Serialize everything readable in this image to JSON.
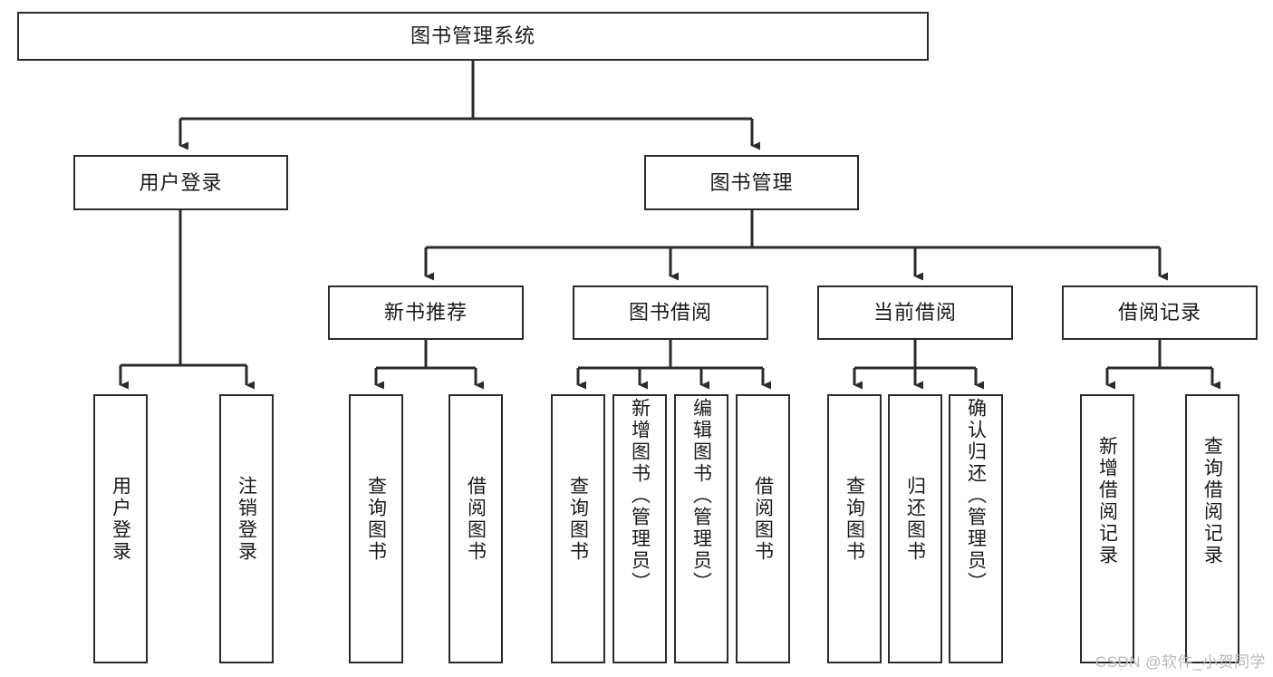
{
  "diagram": {
    "type": "tree-hierarchy",
    "title": "图书管理系统",
    "watermark": "CSDN @软件_小贺同学",
    "colors": {
      "box_border": "#2b2b2b",
      "box_fill": "#ffffff",
      "edge": "#2b2b2b",
      "text": "#1a1a1a",
      "watermark": "#b9b9b9"
    },
    "levels": {
      "root": {
        "label": "图书管理系统"
      },
      "level2": [
        {
          "label": "用户登录"
        },
        {
          "label": "图书管理"
        }
      ],
      "level3": [
        {
          "label": "新书推荐"
        },
        {
          "label": "图书借阅"
        },
        {
          "label": "当前借阅"
        },
        {
          "label": "借阅记录"
        }
      ],
      "level4": {
        "user_login": [
          {
            "label": "用户登录"
          },
          {
            "label": "注销登录"
          }
        ],
        "new_book_recommend": [
          {
            "label": "查询图书"
          },
          {
            "label": "借阅图书"
          }
        ],
        "book_borrow": [
          {
            "label": "查询图书"
          },
          {
            "label": "新增图书（管理员）"
          },
          {
            "label": "编辑图书（管理员）"
          },
          {
            "label": "借阅图书"
          }
        ],
        "current_borrow": [
          {
            "label": "查询图书"
          },
          {
            "label": "归还图书"
          },
          {
            "label": "确认归还（管理员）"
          }
        ],
        "borrow_record": [
          {
            "label": "新增借阅记录"
          },
          {
            "label": "查询借阅记录"
          }
        ]
      }
    }
  }
}
